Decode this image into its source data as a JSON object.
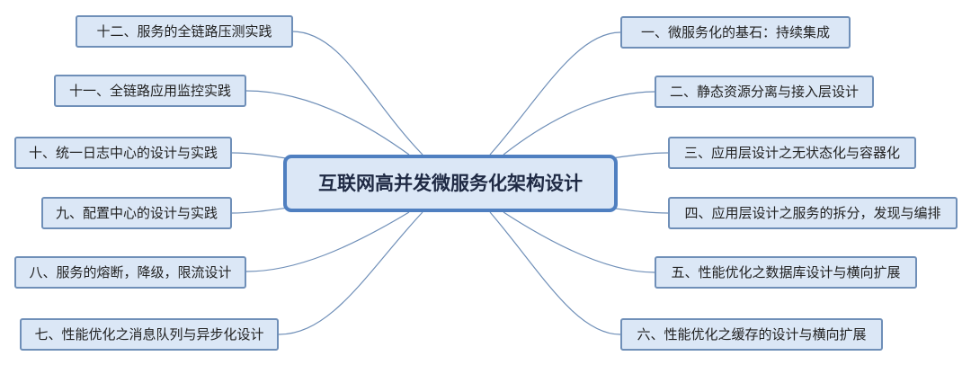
{
  "mindmap": {
    "center": {
      "label": "互联网高并发微服务化架构设计"
    },
    "right_topics": [
      {
        "label": "一、微服务化的基石：持续集成"
      },
      {
        "label": "二、静态资源分离与接入层设计"
      },
      {
        "label": "三、应用层设计之无状态化与容器化"
      },
      {
        "label": "四、应用层设计之服务的拆分，发现与编排"
      },
      {
        "label": "五、性能优化之数据库设计与横向扩展"
      },
      {
        "label": "六、性能优化之缓存的设计与横向扩展"
      }
    ],
    "left_topics": [
      {
        "label": "十二、服务的全链路压测实践"
      },
      {
        "label": "十一、全链路应用监控实践"
      },
      {
        "label": "十、统一日志中心的设计与实践"
      },
      {
        "label": "九、配置中心的设计与实践"
      },
      {
        "label": "八、服务的熔断，降级，限流设计"
      },
      {
        "label": "七、性能优化之消息队列与异步化设计"
      }
    ]
  }
}
